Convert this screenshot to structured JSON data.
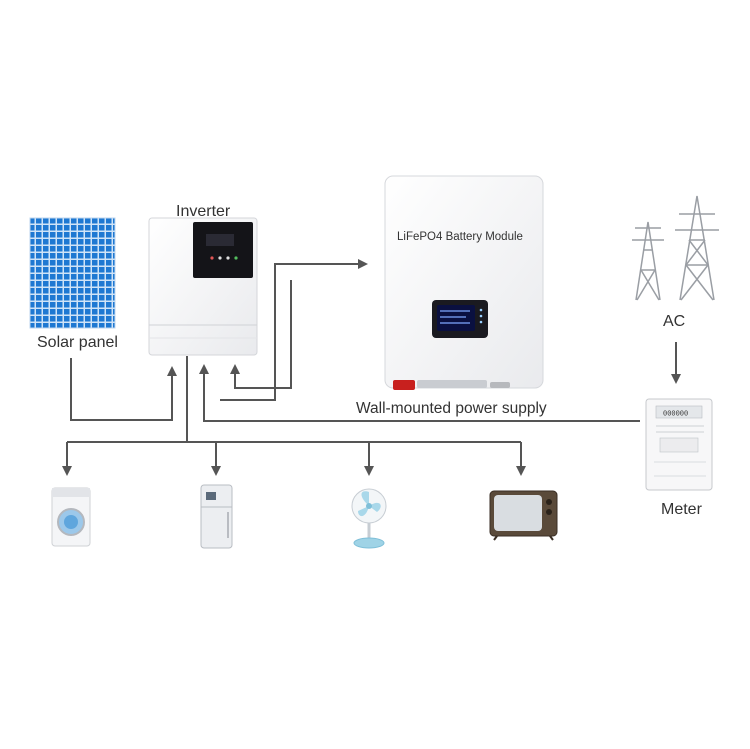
{
  "labels": {
    "solar_panel": "Solar panel",
    "inverter": "Inverter",
    "battery_module": "LiFePO4 Battery Module",
    "wall_mounted": "Wall-mounted power supply",
    "ac": "AC",
    "meter": "Meter"
  },
  "meter_display": "000000",
  "colors": {
    "line": "#555555",
    "solar_blue": "#1e78d2",
    "screen": "#0a1040",
    "screen_text": "#7fa8ff",
    "battery_red": "#c8201e"
  },
  "icons": {
    "solar": "solar-panel-icon",
    "inverter": "inverter-icon",
    "battery": "battery-module-icon",
    "tower": "power-tower-icon",
    "meter": "electric-meter-icon",
    "washer": "washing-machine-icon",
    "fridge": "refrigerator-icon",
    "fan": "electric-fan-icon",
    "tv": "television-icon"
  }
}
